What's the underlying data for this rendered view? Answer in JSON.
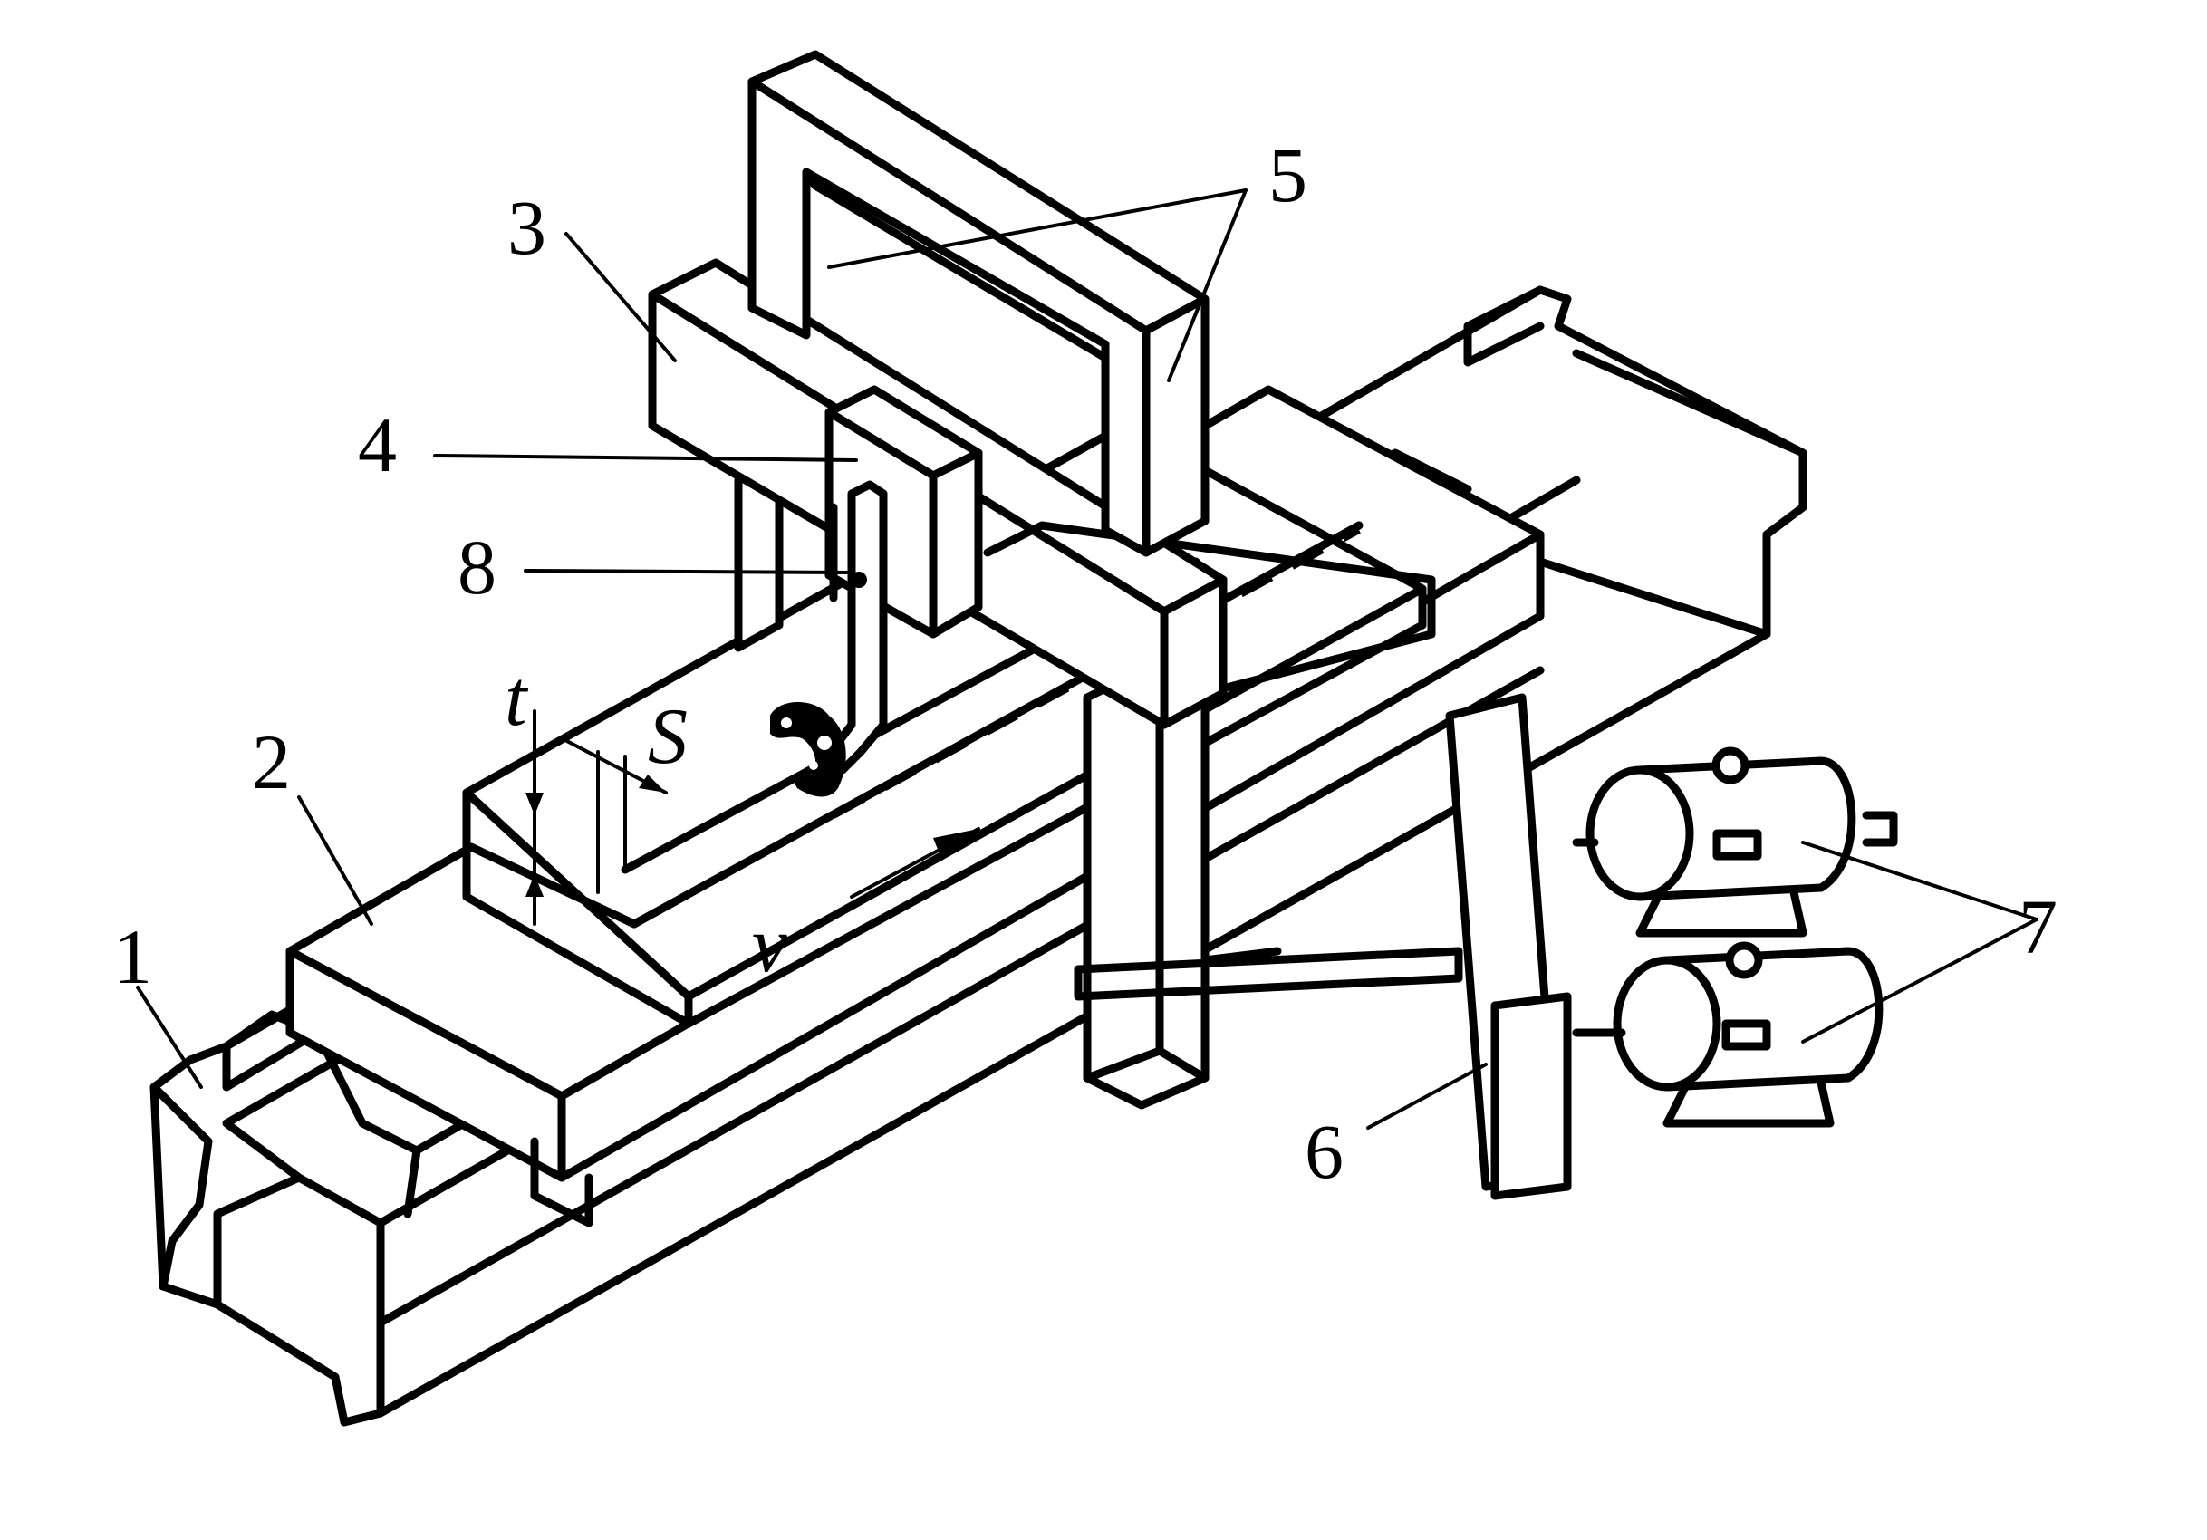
{
  "labels": {
    "l1": "1",
    "l2": "2",
    "l3": "3",
    "l4": "4",
    "l5": "5",
    "l6": "6",
    "l7": "7",
    "l8": "8"
  },
  "symbols": {
    "t": "t",
    "s": "S",
    "v": "v"
  }
}
